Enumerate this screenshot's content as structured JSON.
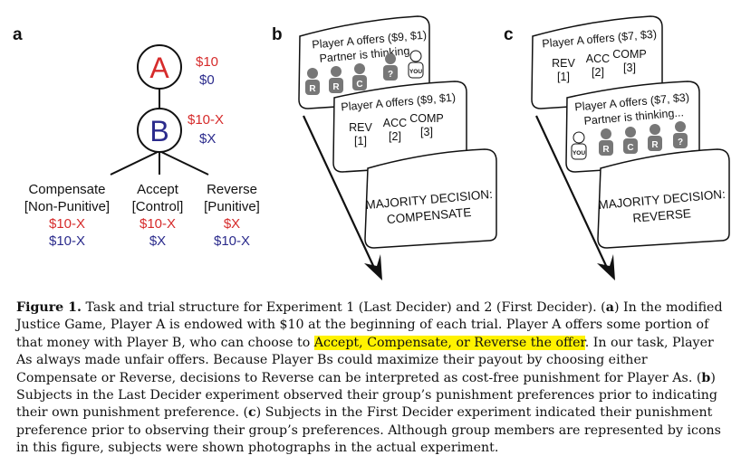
{
  "panels": {
    "a": {
      "label": "a",
      "node_a": "A",
      "node_b": "B",
      "a_amount_1": "$10",
      "a_amount_2": "$0",
      "b_amount_1": "$10-X",
      "b_amount_2": "$X",
      "options": [
        {
          "name": "Compensate",
          "type": "[Non-Punitive]",
          "payoff_a": "$10-X",
          "payoff_b": "$10-X"
        },
        {
          "name": "Accept",
          "type": "[Control]",
          "payoff_a": "$10-X",
          "payoff_b": "$X"
        },
        {
          "name": "Reverse",
          "type": "[Punitive]",
          "payoff_a": "$X",
          "payoff_b": "$10-X"
        }
      ]
    },
    "b": {
      "label": "b",
      "card1_offer": "Player A offers ($9, $1)",
      "card1_status": "Partner is thinking...",
      "card1_icons": [
        "R",
        "R",
        "C",
        "?",
        "YOU"
      ],
      "card2_offer": "Player A offers ($9, $1)",
      "card2_options": [
        "REV",
        "ACC",
        "COMP"
      ],
      "card2_keys": [
        "[1]",
        "[2]",
        "[3]"
      ],
      "card3_line1": "MAJORITY DECISION:",
      "card3_line2": "COMPENSATE"
    },
    "c": {
      "label": "c",
      "card1_offer": "Player A offers ($7, $3)",
      "card1_options": [
        "REV",
        "ACC",
        "COMP"
      ],
      "card1_keys": [
        "[1]",
        "[2]",
        "[3]"
      ],
      "card2_offer": "Player A offers ($7, $3)",
      "card2_status": "Partner is thinking...",
      "card2_icons": [
        "YOU",
        "R",
        "C",
        "R",
        "?"
      ],
      "card3_line1": "MAJORITY DECISION:",
      "card3_line2": "REVERSE"
    }
  },
  "colors": {
    "red": "#d62b2b",
    "blue": "#2b2b8c",
    "highlight": "#fff200"
  },
  "caption": {
    "label": "Figure 1.",
    "t1": "Task and trial structure for Experiment 1 (Last Decider) and 2 (First Decider). (",
    "a": "a",
    "t2": ") In the modified Justice Game, Player A is endowed with $10 at the beginning of each trial. Player A offers some portion of that money with Player B, who can choose to ",
    "highlight": "Accept, Compensate, or Reverse the offer",
    "t3": ". In our task, Player As always made unfair offers. Because Player Bs could maximize their payout by choosing either Compensate or Reverse, decisions to Reverse can be interpreted as cost-free punishment for Player As. (",
    "b": "b",
    "t4": ") Subjects in the Last Decider experiment observed their group’s punishment preferences prior to indicating their own punishment preference. (",
    "c": "c",
    "t5": ") Subjects in the First Decider experiment indicated their punishment preference prior to observing their group’s preferences. Although group members are represented by icons in this figure, subjects were shown photographs in the actual experiment."
  }
}
